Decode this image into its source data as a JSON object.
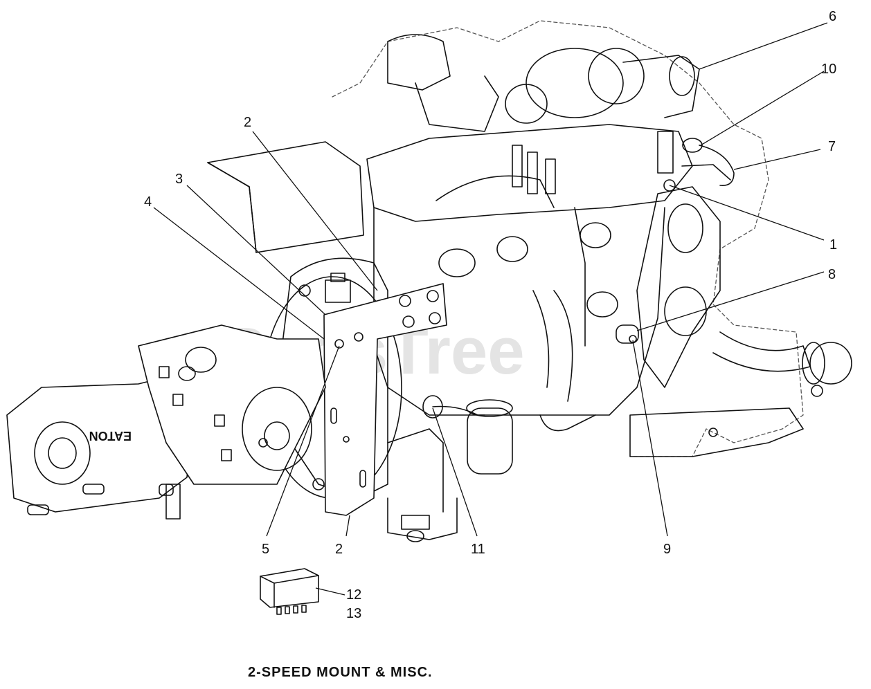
{
  "diagram": {
    "title": "2-SPEED MOUNT & MISC.",
    "watermark": "PartsTree",
    "callouts": {
      "c1": "1",
      "c2a": "2",
      "c2b": "2",
      "c3": "3",
      "c4": "4",
      "c5": "5",
      "c6": "6",
      "c7": "7",
      "c8": "8",
      "c9": "9",
      "c10": "10",
      "c11": "11",
      "c12": "12",
      "c13": "13"
    },
    "parts": {
      "pump_label": "EATON"
    }
  }
}
